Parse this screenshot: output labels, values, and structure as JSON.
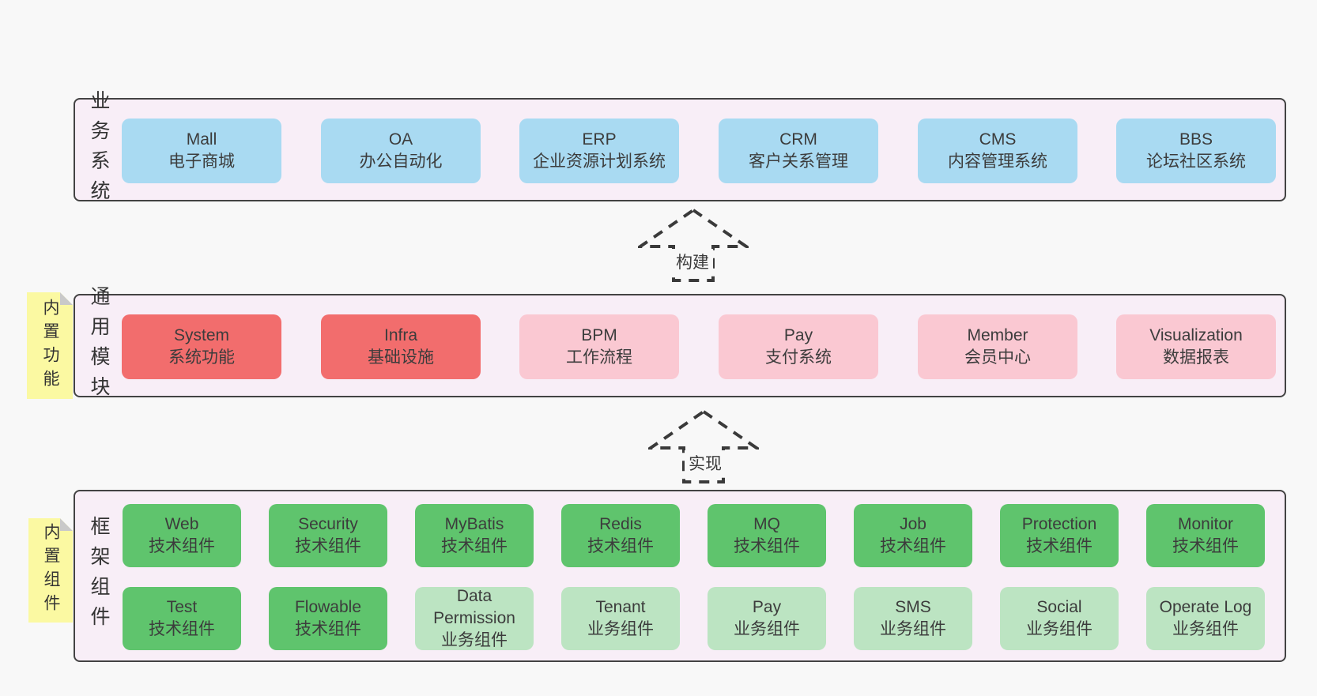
{
  "diagram_title": "architecture-layers",
  "colors": {
    "page_bg": "#f8f8f8",
    "band_bg": "#f8eef7",
    "band_border": "#434343",
    "blue_box": "#a9daf2",
    "red_box": "#f26d6d",
    "pink_box": "#fac8d2",
    "green_dark_box": "#5fc46d",
    "green_light_box": "#bce4c2",
    "sticky_note": "#fbf9a2",
    "sticky_fold": "#c9c9c9",
    "text": "#3c3c3c"
  },
  "arrows": [
    {
      "label": "构建"
    },
    {
      "label": "实现"
    }
  ],
  "bands": [
    {
      "label": "业务系统",
      "boxes": [
        {
          "title": "Mall",
          "subtitle": "电子商城"
        },
        {
          "title": "OA",
          "subtitle": "办公自动化"
        },
        {
          "title": "ERP",
          "subtitle": "企业资源计划系统"
        },
        {
          "title": "CRM",
          "subtitle": "客户关系管理"
        },
        {
          "title": "CMS",
          "subtitle": "内容管理系统"
        },
        {
          "title": "BBS",
          "subtitle": "论坛社区系统"
        }
      ]
    },
    {
      "label": "通用模块",
      "sticky": "内置功能",
      "boxes": [
        {
          "title": "System",
          "subtitle": "系统功能"
        },
        {
          "title": "Infra",
          "subtitle": "基础设施"
        },
        {
          "title": "BPM",
          "subtitle": "工作流程"
        },
        {
          "title": "Pay",
          "subtitle": "支付系统"
        },
        {
          "title": "Member",
          "subtitle": "会员中心"
        },
        {
          "title": "Visualization",
          "subtitle": "数据报表"
        }
      ]
    },
    {
      "label": "框架组件",
      "sticky": "内置组件",
      "rows": [
        [
          {
            "title": "Web",
            "subtitle": "技术组件"
          },
          {
            "title": "Security",
            "subtitle": "技术组件"
          },
          {
            "title": "MyBatis",
            "subtitle": "技术组件"
          },
          {
            "title": "Redis",
            "subtitle": "技术组件"
          },
          {
            "title": "MQ",
            "subtitle": "技术组件"
          },
          {
            "title": "Job",
            "subtitle": "技术组件"
          },
          {
            "title": "Protection",
            "subtitle": "技术组件"
          },
          {
            "title": "Monitor",
            "subtitle": "技术组件"
          }
        ],
        [
          {
            "title": "Test",
            "subtitle": "技术组件"
          },
          {
            "title": "Flowable",
            "subtitle": "技术组件"
          },
          {
            "title": "Data Permission",
            "subtitle": "业务组件"
          },
          {
            "title": "Tenant",
            "subtitle": "业务组件"
          },
          {
            "title": "Pay",
            "subtitle": "业务组件"
          },
          {
            "title": "SMS",
            "subtitle": "业务组件"
          },
          {
            "title": "Social",
            "subtitle": "业务组件"
          },
          {
            "title": "Operate Log",
            "subtitle": "业务组件"
          }
        ]
      ]
    }
  ]
}
